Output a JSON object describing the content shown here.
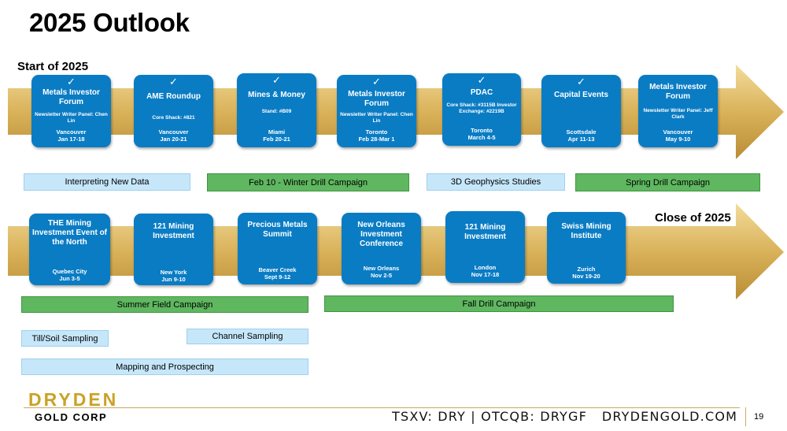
{
  "title": "2025 Outlook",
  "row1_label": "Start of 2025",
  "row2_label": "Close of 2025",
  "row1_events": [
    {
      "done": true,
      "title": "Metals Investor Forum",
      "detail": "Newsletter Writer Panel: Chen Lin",
      "location": "Vancouver",
      "date": "Jan 17-18"
    },
    {
      "done": true,
      "title": "AME Roundup",
      "detail": "Core Shack: #821",
      "location": "Vancouver",
      "date": "Jan 20-21"
    },
    {
      "done": true,
      "title": "Mines & Money",
      "detail": "Stand: #B09",
      "location": "Miami",
      "date": "Feb 20-21"
    },
    {
      "done": true,
      "title": "Metals Investor Forum",
      "detail": "Newsletter Writer Panel: Chen Lin",
      "location": "Toronto",
      "date": "Feb 28-Mar 1"
    },
    {
      "done": true,
      "title": "PDAC",
      "detail": "Core Shack: #3115B Investor Exchange: #2219B",
      "location": "Toronto",
      "date": "March 4-5"
    },
    {
      "done": true,
      "title": "Capital Events",
      "detail": "",
      "location": "Scottsdale",
      "date": "Apr 11-13"
    },
    {
      "done": false,
      "title": "Metals Investor Forum",
      "detail": "Newsletter Writer Panel: Jeff Clark",
      "location": "Vancouver",
      "date": "May 9-10"
    }
  ],
  "row1_campaigns": [
    {
      "label": "Interpreting New Data",
      "style": "blue"
    },
    {
      "label": "Feb 10 - Winter Drill Campaign",
      "style": "green"
    },
    {
      "label": "3D Geophysics Studies",
      "style": "blue"
    },
    {
      "label": "Spring Drill Campaign",
      "style": "green"
    }
  ],
  "row2_events": [
    {
      "title": "THE Mining Investment Event of the North",
      "location": "Quebec City",
      "date": "Jun 3-5"
    },
    {
      "title": "121 Mining Investment",
      "location": "New York",
      "date": "Jun 9-10"
    },
    {
      "title": "Precious Metals Summit",
      "location": "Beaver Creek",
      "date": "Sept 9-12"
    },
    {
      "title": "New Orleans Investment Conference",
      "location": "New Orleans",
      "date": "Nov 2-5"
    },
    {
      "title": "121 Mining Investment",
      "location": "London",
      "date": "Nov 17-18"
    },
    {
      "title": "Swiss Mining Institute",
      "location": "Zurich",
      "date": "Nov 19-20"
    }
  ],
  "row2_campaigns": [
    {
      "label": "Summer Field Campaign",
      "style": "green"
    },
    {
      "label": "Fall Drill Campaign",
      "style": "green"
    },
    {
      "label": "Till/Soil Sampling",
      "style": "blue"
    },
    {
      "label": "Channel Sampling",
      "style": "blue"
    },
    {
      "label": "Mapping and Prospecting",
      "style": "blue"
    }
  ],
  "footer": {
    "logo_word": "DRYDEN",
    "logo_sub": "GOLD CORP",
    "ticker": "TSXV: DRY | OTCQB: DRYGF   DRYDENGOLD.COM",
    "page": "19"
  },
  "colors": {
    "card": "#0a7cc4",
    "arrow": "#d9b25a",
    "green_bar": "#5fb760",
    "blue_bar": "#c6e7fa",
    "logo_gold": "#c9a227"
  },
  "icons": {
    "check": "check-icon"
  }
}
